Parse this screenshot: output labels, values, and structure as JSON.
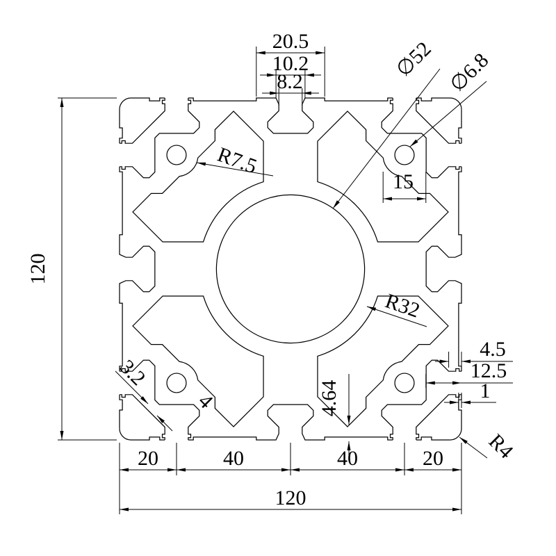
{
  "drawing": {
    "title": "120x120 aluminium extrusion profile cross-section drawing",
    "dims": {
      "boss_width": "20.5",
      "opening_outer": "10.2",
      "opening_inner": "8.2",
      "center_bore": "∅52",
      "corner_hole": "∅6.8",
      "corner_boss_radius": "R7.5",
      "web_width": "15",
      "overall_height": "120",
      "center_web_radius": "R32",
      "lip_depth": "4.5",
      "slot_depth": "12.5",
      "rim_step": "1",
      "corner_radius": "R4",
      "wall_a": "3.2",
      "wall_b": "4",
      "face_web": "4.64",
      "seg_a": "20",
      "seg_b": "40",
      "seg_c": "40",
      "seg_d": "20",
      "overall_width": "120"
    }
  }
}
